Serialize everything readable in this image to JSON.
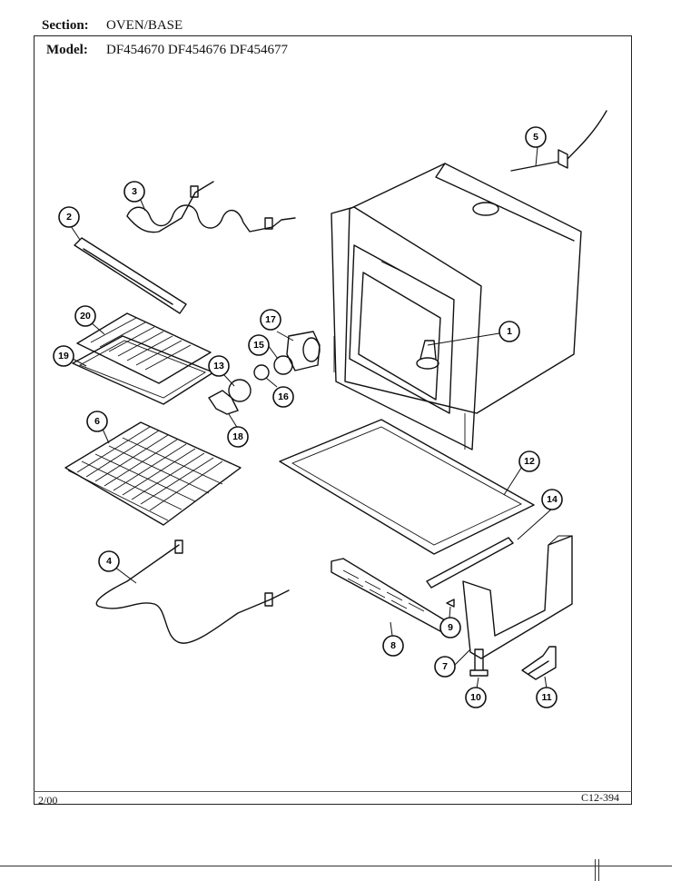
{
  "header": {
    "section_label": "Section:",
    "section_value": "OVEN/BASE",
    "model_label": "Model:",
    "model_value": "DF454670 DF454676 DF454677"
  },
  "footer": {
    "date": "2/00",
    "code": "C12-394"
  },
  "callouts": [
    "1",
    "2",
    "3",
    "4",
    "5",
    "6",
    "7",
    "8",
    "9",
    "10",
    "11",
    "12",
    "13",
    "14",
    "15",
    "16",
    "17",
    "18",
    "19",
    "20"
  ]
}
